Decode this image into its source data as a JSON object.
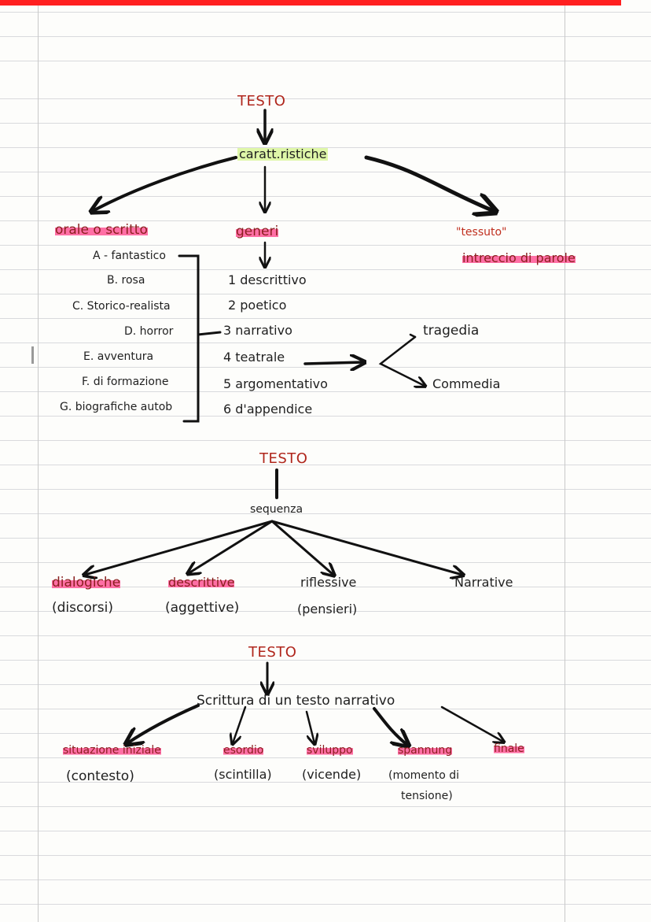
{
  "diagram1": {
    "title": "TESTO",
    "center": "caratt.ristiche",
    "left": {
      "label": "orale o scritto",
      "items": [
        "A - fantastico",
        "B. rosa",
        "C. Storico-realista",
        "D. horror",
        "E. avventura",
        "F. di formazione",
        "G. biografiche autob"
      ]
    },
    "middle": {
      "label": "generi",
      "items": [
        "1 descrittivo",
        "2 poetico",
        "3 narrativo",
        "4 teatrale",
        "5 argomentativo",
        "6 d'appendice"
      ]
    },
    "right": {
      "quote": "\"tessuto\"",
      "label": "intreccio di parole"
    },
    "theatre_branches": [
      "tragedia",
      "Commedia"
    ]
  },
  "diagram2": {
    "title": "TESTO",
    "center": "sequenza",
    "branches": [
      {
        "label": "dialogiche",
        "sub": "(discorsi)"
      },
      {
        "label": "descrittive",
        "sub": "(aggettive)"
      },
      {
        "label": "riflessive",
        "sub": "(pensieri)"
      },
      {
        "label": "Narrative",
        "sub": ""
      }
    ]
  },
  "diagram3": {
    "title": "TESTO",
    "center": "Scrittura di un testo narrativo",
    "branches": [
      {
        "label": "situazione iniziale",
        "sub": "(contesto)"
      },
      {
        "label": "esordio",
        "sub": "(scintilla)"
      },
      {
        "label": "sviluppo",
        "sub": "(vicende)"
      },
      {
        "label": "spannung",
        "sub": "(momento di",
        "sub2": "tensione)"
      },
      {
        "label": "finale",
        "sub": ""
      }
    ]
  },
  "colors": {
    "title": "#b0261c",
    "highlight_pink": "#ff6fa5",
    "highlight_green": "#dff7a9",
    "top_line": "#ff1f1f"
  }
}
